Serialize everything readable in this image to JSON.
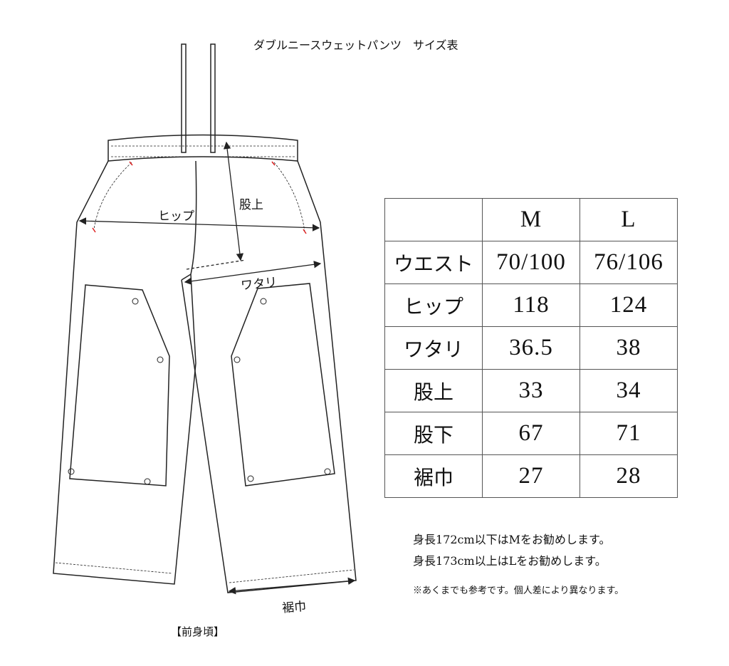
{
  "title": "ダブルニースウェットパンツ　サイズ表",
  "diagram": {
    "hip_label": "ヒップ",
    "rise_label": "股上",
    "thigh_label": "ワタリ",
    "hem_label": "裾巾",
    "view_label": "【前身頃】"
  },
  "table": {
    "headers": [
      "",
      "M",
      "L"
    ],
    "rows": [
      {
        "label": "ウエスト",
        "m": "70/100",
        "l": "76/106"
      },
      {
        "label": "ヒップ",
        "m": "118",
        "l": "124"
      },
      {
        "label": "ワタリ",
        "m": "36.5",
        "l": "38"
      },
      {
        "label": "股上",
        "m": "33",
        "l": "34"
      },
      {
        "label": "股下",
        "m": "67",
        "l": "71"
      },
      {
        "label": "裾巾",
        "m": "27",
        "l": "28"
      }
    ]
  },
  "notes": [
    "身長172cm以下はMをお勧めします。",
    "身長173cm以上はLをお勧めします。",
    "※あくまでも参考です。個人差により異なります。"
  ]
}
